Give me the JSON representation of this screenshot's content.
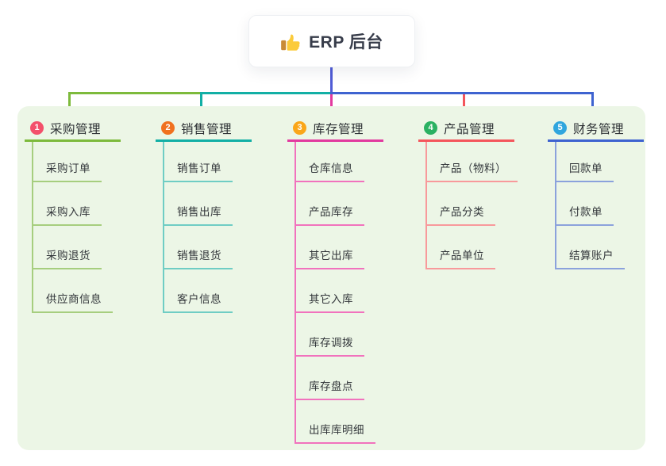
{
  "root": {
    "title": "ERP 后台",
    "icon": "thumbs-up-icon",
    "line_color": "#505CD6"
  },
  "canvas": {
    "panel_bg": "#ECF6E6",
    "page_bg": "#FFFFFF"
  },
  "connectors": {
    "bus_segments": [
      "#7DBA3C",
      "#12AFA5",
      "#3E63D0"
    ]
  },
  "branches": [
    {
      "index": "1",
      "title": "采购管理",
      "badge_color": "#F3506B",
      "line_color": "#7DBA3C",
      "child_line_color": "#A6CE7E",
      "children": [
        "采购订单",
        "采购入库",
        "采购退货",
        "供应商信息"
      ]
    },
    {
      "index": "2",
      "title": "销售管理",
      "badge_color": "#F0711F",
      "line_color": "#12AFA5",
      "child_line_color": "#6FCDC4",
      "children": [
        "销售订单",
        "销售出库",
        "销售退货",
        "客户信息"
      ]
    },
    {
      "index": "3",
      "title": "库存管理",
      "badge_color": "#FAA619",
      "line_color": "#E23A9F",
      "child_line_color": "#F172BD",
      "children": [
        "仓库信息",
        "产品库存",
        "其它出库",
        "其它入库",
        "库存调拨",
        "库存盘点",
        "出库库明细"
      ]
    },
    {
      "index": "4",
      "title": "产品管理",
      "badge_color": "#2BB162",
      "line_color": "#F4565C",
      "child_line_color": "#F8999B",
      "children": [
        "产品（物料）",
        "产品分类",
        "产品单位"
      ]
    },
    {
      "index": "5",
      "title": "财务管理",
      "badge_color": "#30A6DE",
      "line_color": "#3E63D0",
      "child_line_color": "#8BA2DC",
      "children": [
        "回款单",
        "付款单",
        "结算账户"
      ]
    }
  ]
}
